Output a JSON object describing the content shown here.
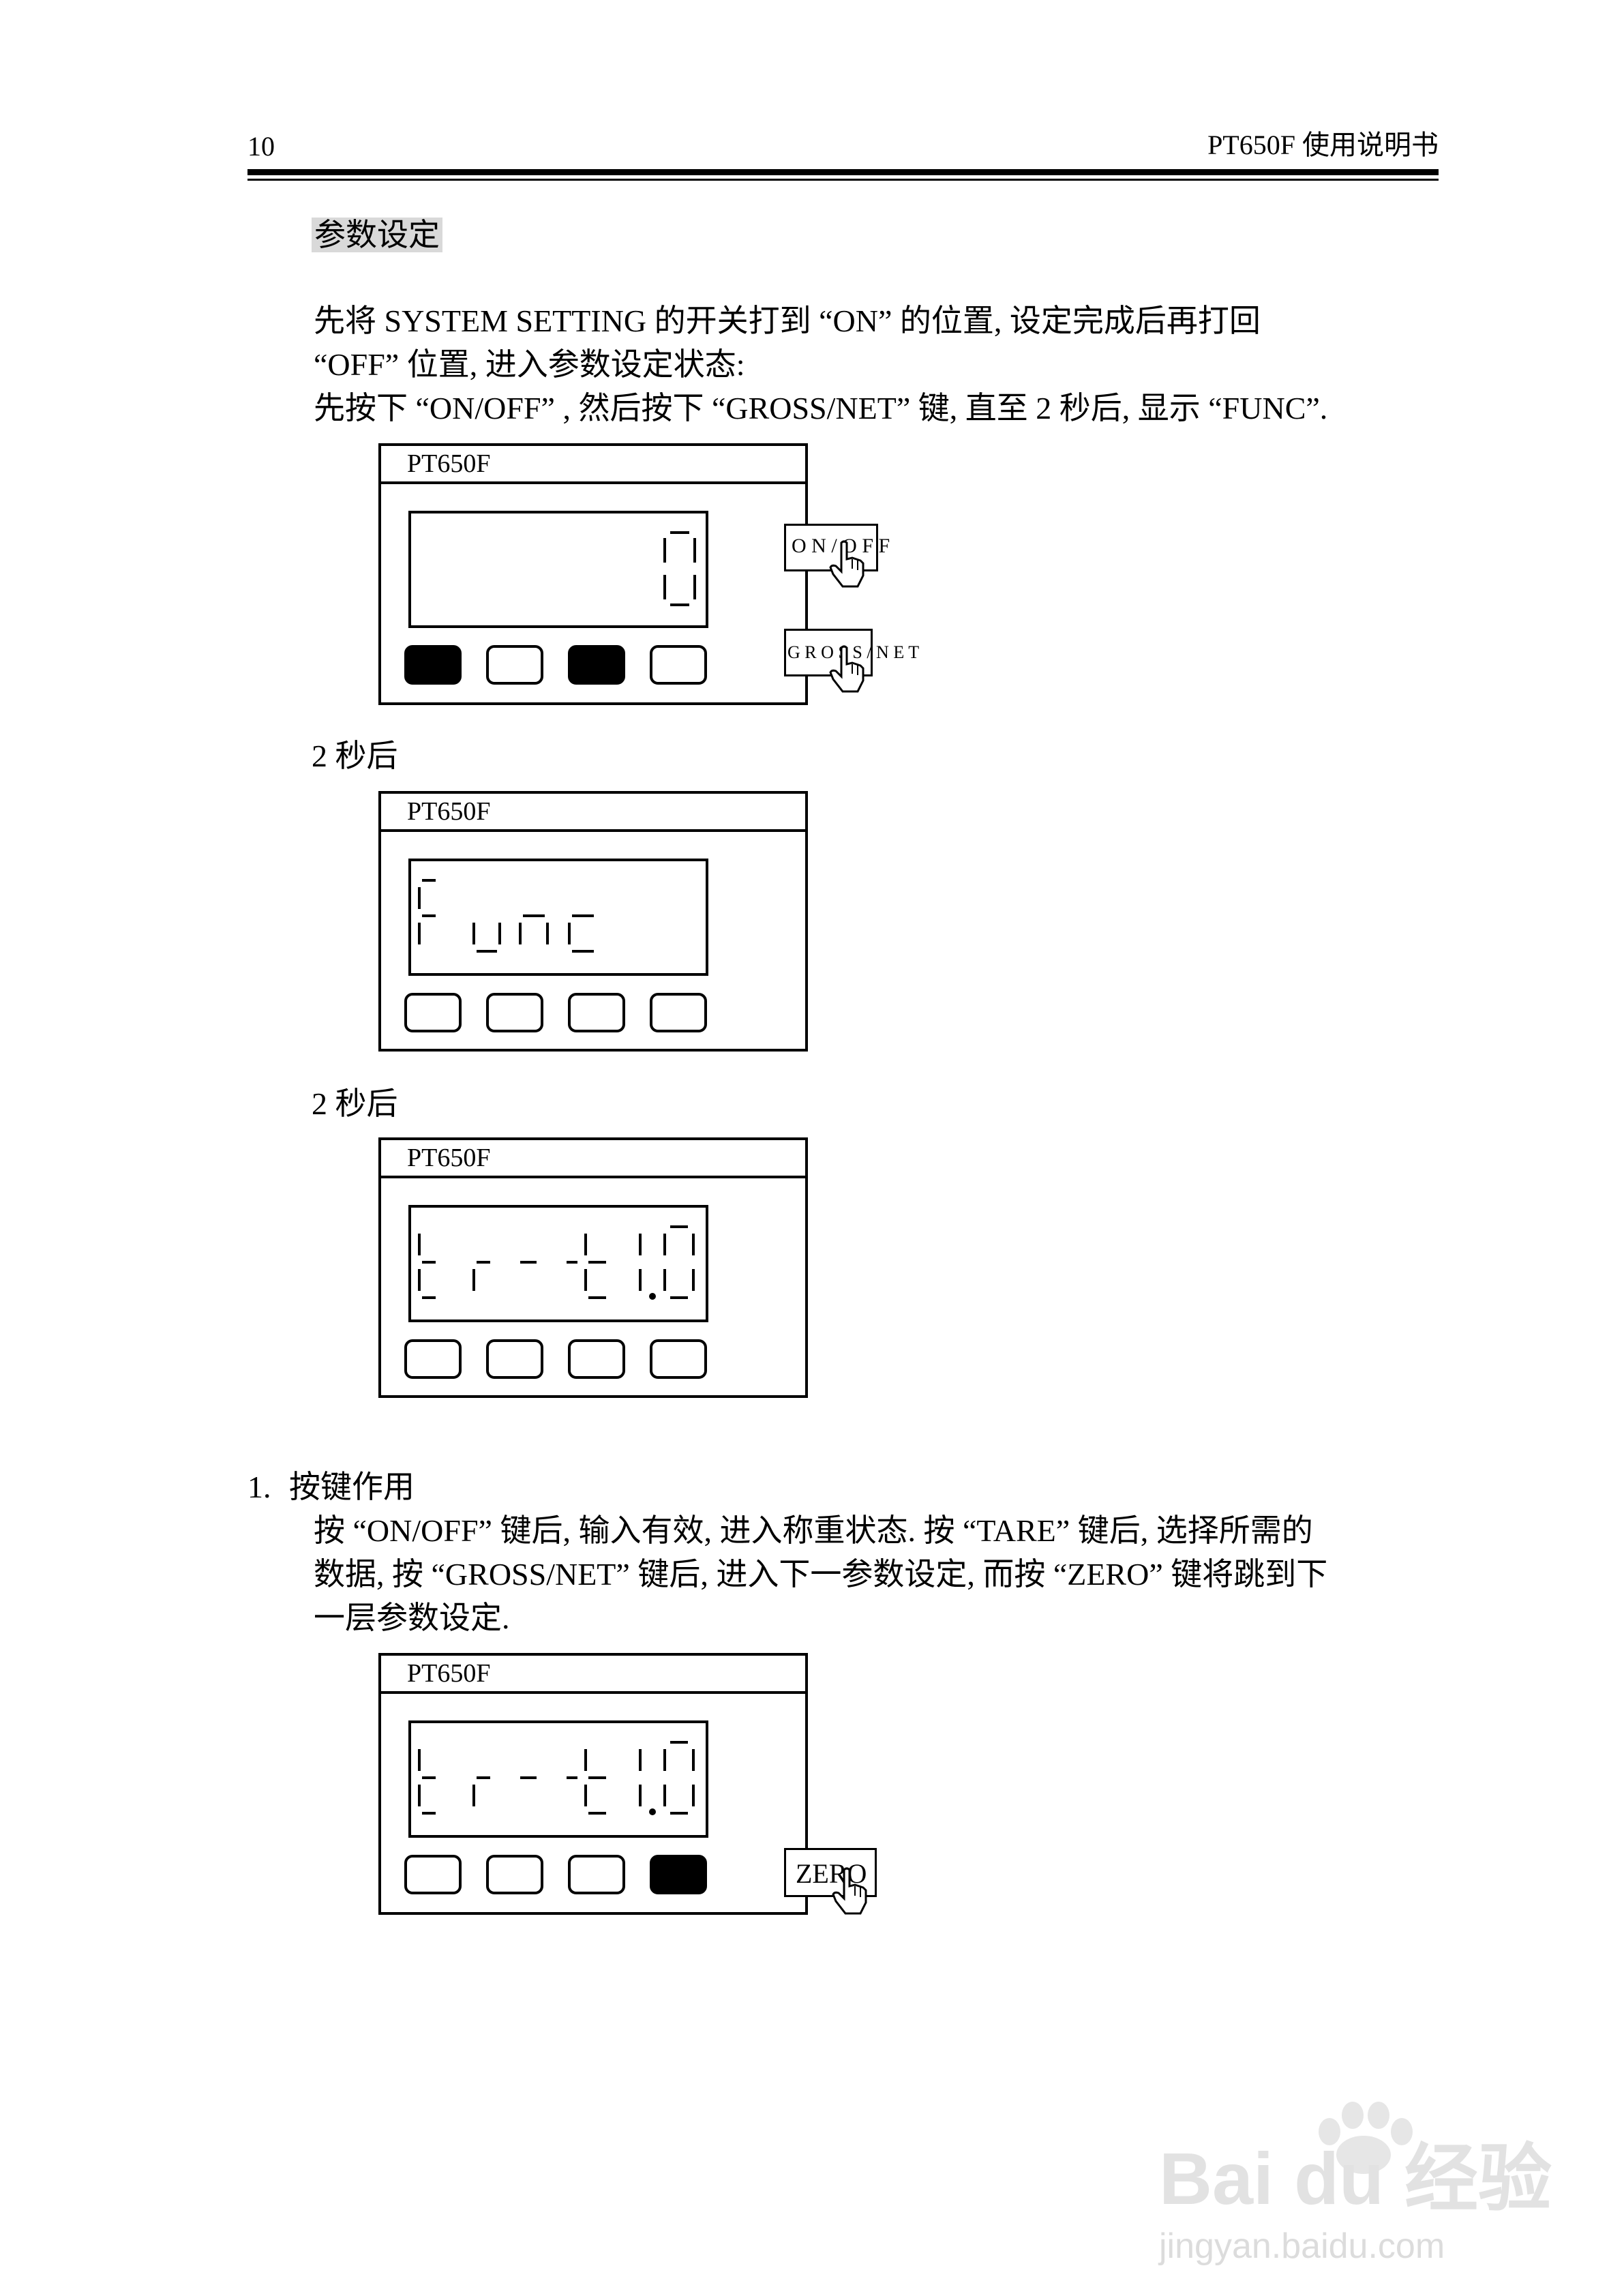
{
  "header": {
    "page_number": "10",
    "title": "PT650F 使用说明书"
  },
  "section_title": "参数设定",
  "intro": {
    "line1": "先将 SYSTEM SETTING  的开关打到 “ON” 的位置, 设定完成后再打回",
    "line2": "“OFF” 位置, 进入参数设定状态:",
    "line3": "先按下 “ON/OFF” , 然后按下 “GROSS/NET” 键, 直至 2 秒后, 显示 “FUNC”."
  },
  "figures": [
    {
      "model": "PT650F",
      "display_text": "0",
      "keys": [
        true,
        false,
        true,
        false
      ],
      "labels": [
        "O N / O F F",
        "G R O S S / N E T"
      ]
    },
    {
      "caption": "2 秒后",
      "model": "PT650F",
      "display_text": "Func",
      "keys": [
        false,
        false,
        false,
        false
      ]
    },
    {
      "caption": "2 秒后",
      "model": "PT650F",
      "display_text": "tr-t 1.0",
      "keys": [
        false,
        false,
        false,
        false
      ]
    },
    {
      "model": "PT650F",
      "display_text": "tr-t 1.0",
      "keys": [
        false,
        false,
        false,
        true
      ],
      "labels": [
        "ZERO"
      ]
    }
  ],
  "item1": {
    "number": "1.",
    "title": "按键作用",
    "line1": "按 “ON/OFF” 键后, 输入有效, 进入称重状态. 按 “TARE” 键后, 选择所需的",
    "line2": "数据, 按 “GROSS/NET” 键后, 进入下一参数设定, 而按 “ZERO” 键将跳到下",
    "line3": "一层参数设定."
  },
  "watermark": {
    "brand": "Bai du 经验",
    "url": "jingyan.baidu.com"
  },
  "colors": {
    "text": "#000000",
    "highlight": "#d9d9d9",
    "watermark": "#e0e0e0",
    "key_active": "#000000"
  }
}
